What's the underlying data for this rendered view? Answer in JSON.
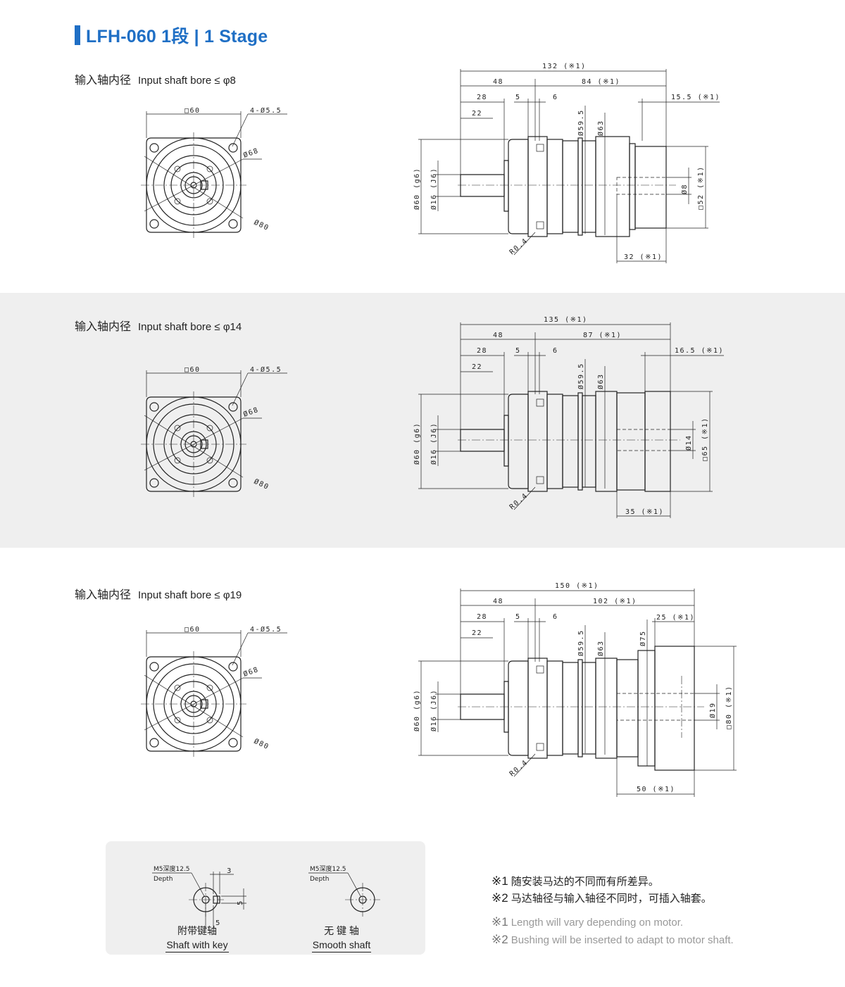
{
  "title": "LFH-060  1段  | 1 Stage",
  "sections": [
    {
      "bore_zh": "输入轴内径",
      "bore_en": "Input shaft bore  ≤ φ8",
      "front": {
        "square": "□60",
        "holes": "4-Ø5.5",
        "pcd": "Ø68",
        "outer": "Ø80"
      },
      "side": {
        "total": "132 (※1)",
        "d48": "48",
        "right": "84 (※1)",
        "d28": "28",
        "d5": "5",
        "d6": "6",
        "d22": "22",
        "flange": "15.5 (※1)",
        "d595": "Ø59.5",
        "d63": "Ø63",
        "d60": "Ø60 (g6)",
        "d16": "Ø16 (J6)",
        "r04": "R0.4",
        "bore": "Ø8",
        "motor": "□52 (※1)",
        "depth": "32 (※1)"
      }
    },
    {
      "bore_zh": "输入轴内径",
      "bore_en": "Input shaft bore  ≤ φ14",
      "front": {
        "square": "□60",
        "holes": "4-Ø5.5",
        "pcd": "Ø68",
        "outer": "Ø80"
      },
      "side": {
        "total": "135 (※1)",
        "d48": "48",
        "right": "87 (※1)",
        "d28": "28",
        "d5": "5",
        "d6": "6",
        "d22": "22",
        "flange": "16.5 (※1)",
        "d595": "Ø59.5",
        "d63": "Ø63",
        "d60": "Ø60 (g6)",
        "d16": "Ø16 (J6)",
        "r04": "R0.4",
        "bore": "Ø14",
        "motor": "□65 (※1)",
        "depth": "35 (※1)"
      }
    },
    {
      "bore_zh": "输入轴内径",
      "bore_en": "Input shaft bore  ≤ φ19",
      "front": {
        "square": "□60",
        "holes": "4-Ø5.5",
        "pcd": "Ø68",
        "outer": "Ø80"
      },
      "side": {
        "total": "150 (※1)",
        "d48": "48",
        "right": "102 (※1)",
        "d28": "28",
        "d5": "5",
        "d6": "6",
        "d22": "22",
        "flange": "25 (※1)",
        "d595": "Ø59.5",
        "d63": "Ø63",
        "d75": "Ø75",
        "d60": "Ø60 (g6)",
        "d16": "Ø16 (J6)",
        "r04": "R0.4",
        "bore": "Ø19",
        "motor": "□80 (※1)",
        "depth": "50 (※1)"
      }
    }
  ],
  "shafts": {
    "key": {
      "thread": "M5深度12.5",
      "depth": "Depth",
      "d3": "3",
      "d5a": "5",
      "d5b": "5",
      "zh": "附带键轴",
      "en": "Shaft with key"
    },
    "smooth": {
      "thread": "M5深度12.5",
      "depth": "Depth",
      "zh": "无 键 轴",
      "en": "Smooth shaft"
    }
  },
  "notes": {
    "zh1_mark": "※1",
    "zh1": "随安装马达的不同而有所差异。",
    "zh2_mark": "※2",
    "zh2": "马达轴径与输入轴径不同时，可插入轴套。",
    "en1_mark": "※1",
    "en1": "Length will vary depending on motor.",
    "en2_mark": "※2",
    "en2": "Bushing will be inserted to adapt to motor shaft."
  }
}
